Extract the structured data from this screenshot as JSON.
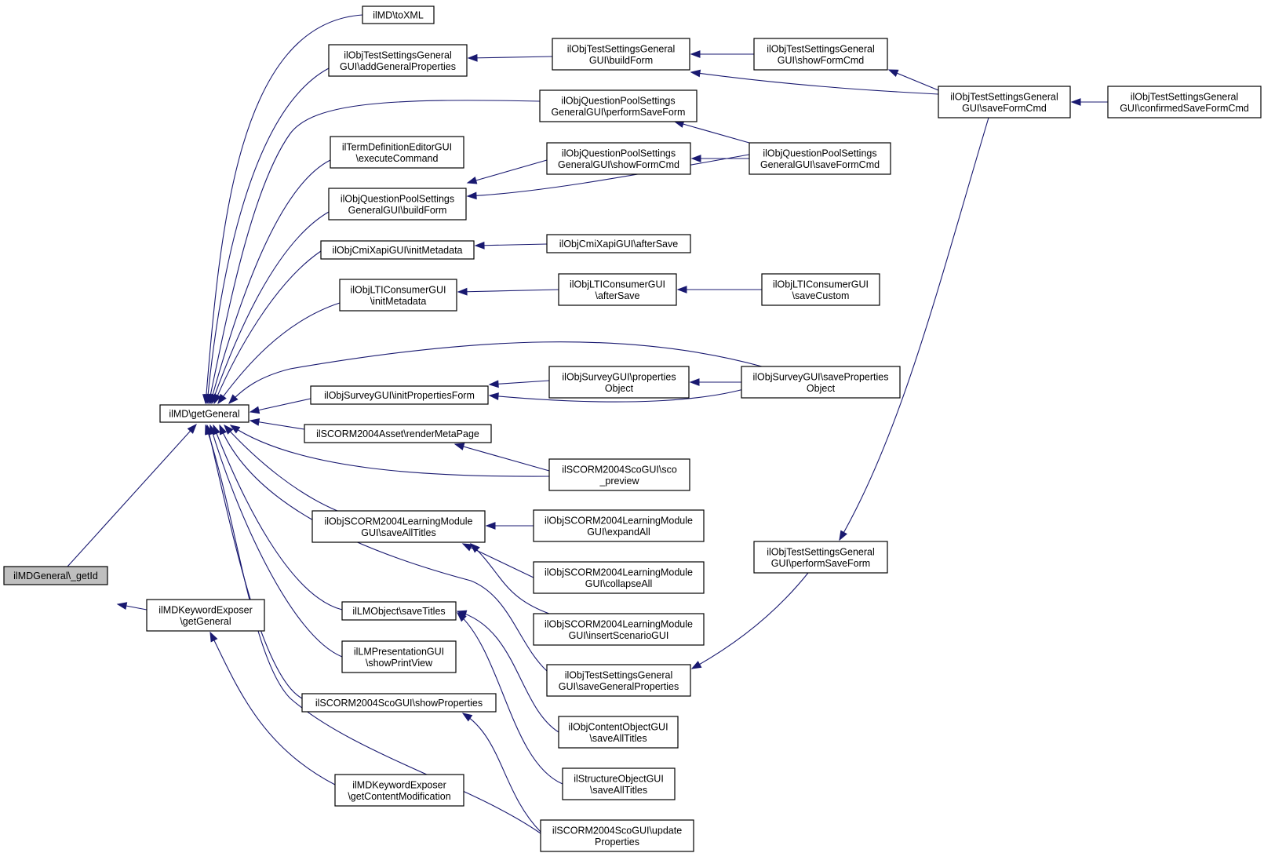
{
  "diagram": {
    "colors": {
      "edge": "#191970",
      "root_fill": "#bfbfbf",
      "node_fill": "#ffffff",
      "node_border": "#000000"
    },
    "nodes": [
      {
        "id": "getId",
        "lines": [
          "ilMDGeneral\\_getId"
        ]
      },
      {
        "id": "getGeneral",
        "lines": [
          "ilMD\\getGeneral"
        ]
      },
      {
        "id": "kwGetGeneral",
        "lines": [
          "ilMDKeywordExposer",
          "\\getGeneral"
        ]
      },
      {
        "id": "toXML",
        "lines": [
          "ilMD\\toXML"
        ]
      },
      {
        "id": "addGenProps",
        "lines": [
          "ilObjTestSettingsGeneral",
          "GUI\\addGeneralProperties"
        ]
      },
      {
        "id": "termExec",
        "lines": [
          "ilTermDefinitionEditorGUI",
          "\\executeCommand"
        ]
      },
      {
        "id": "qpBuildForm",
        "lines": [
          "ilObjQuestionPoolSettings",
          "GeneralGUI\\buildForm"
        ]
      },
      {
        "id": "cmiInitMeta",
        "lines": [
          "ilObjCmiXapiGUI\\initMetadata"
        ]
      },
      {
        "id": "ltiInitMeta",
        "lines": [
          "ilObjLTIConsumerGUI",
          "\\initMetadata"
        ]
      },
      {
        "id": "surveyInitProps",
        "lines": [
          "ilObjSurveyGUI\\initPropertiesForm"
        ]
      },
      {
        "id": "scormAssetRender",
        "lines": [
          "ilSCORM2004Asset\\renderMetaPage"
        ]
      },
      {
        "id": "lmSaveAllTitles",
        "lines": [
          "ilObjSCORM2004LearningModule",
          "GUI\\saveAllTitles"
        ]
      },
      {
        "id": "lmObjSaveTitles",
        "lines": [
          "ilLMObject\\saveTitles"
        ]
      },
      {
        "id": "lmPresPrint",
        "lines": [
          "ilLMPresentationGUI",
          "\\showPrintView"
        ]
      },
      {
        "id": "scoShowProps",
        "lines": [
          "ilSCORM2004ScoGUI\\showProperties"
        ]
      },
      {
        "id": "kwGetContentMod",
        "lines": [
          "ilMDKeywordExposer",
          "\\getContentModification"
        ]
      },
      {
        "id": "tsBuildForm",
        "lines": [
          "ilObjTestSettingsGeneral",
          "GUI\\buildForm"
        ]
      },
      {
        "id": "qpPerformSave",
        "lines": [
          "ilObjQuestionPoolSettings",
          "GeneralGUI\\performSaveForm"
        ]
      },
      {
        "id": "qpShowFormCmd",
        "lines": [
          "ilObjQuestionPoolSettings",
          "GeneralGUI\\showFormCmd"
        ]
      },
      {
        "id": "cmiAfterSave",
        "lines": [
          "ilObjCmiXapiGUI\\afterSave"
        ]
      },
      {
        "id": "ltiAfterSave",
        "lines": [
          "ilObjLTIConsumerGUI",
          "\\afterSave"
        ]
      },
      {
        "id": "surveyPropsObj",
        "lines": [
          "ilObjSurveyGUI\\properties",
          "Object"
        ]
      },
      {
        "id": "scoPreview",
        "lines": [
          "ilSCORM2004ScoGUI\\sco",
          "_preview"
        ]
      },
      {
        "id": "lmExpandAll",
        "lines": [
          "ilObjSCORM2004LearningModule",
          "GUI\\expandAll"
        ]
      },
      {
        "id": "lmCollapseAll",
        "lines": [
          "ilObjSCORM2004LearningModule",
          "GUI\\collapseAll"
        ]
      },
      {
        "id": "lmInsertScenario",
        "lines": [
          "ilObjSCORM2004LearningModule",
          "GUI\\insertScenarioGUI"
        ]
      },
      {
        "id": "tsSaveGenProps",
        "lines": [
          "ilObjTestSettingsGeneral",
          "GUI\\saveGeneralProperties"
        ]
      },
      {
        "id": "coSaveAllTitles",
        "lines": [
          "ilObjContentObjectGUI",
          "\\saveAllTitles"
        ]
      },
      {
        "id": "soSaveAllTitles",
        "lines": [
          "ilStructureObjectGUI",
          "\\saveAllTitles"
        ]
      },
      {
        "id": "scoUpdateProps",
        "lines": [
          "ilSCORM2004ScoGUI\\update",
          "Properties"
        ]
      },
      {
        "id": "tsShowFormCmd",
        "lines": [
          "ilObjTestSettingsGeneral",
          "GUI\\showFormCmd"
        ]
      },
      {
        "id": "qpSaveFormCmd",
        "lines": [
          "ilObjQuestionPoolSettings",
          "GeneralGUI\\saveFormCmd"
        ]
      },
      {
        "id": "ltiSaveCustom",
        "lines": [
          "ilObjLTIConsumerGUI",
          "\\saveCustom"
        ]
      },
      {
        "id": "surveySaveProps",
        "lines": [
          "ilObjSurveyGUI\\saveProperties",
          "Object"
        ]
      },
      {
        "id": "tsPerformSave",
        "lines": [
          "ilObjTestSettingsGeneral",
          "GUI\\performSaveForm"
        ]
      },
      {
        "id": "tsSaveFormCmd",
        "lines": [
          "ilObjTestSettingsGeneral",
          "GUI\\saveFormCmd"
        ]
      },
      {
        "id": "tsConfirmedSave",
        "lines": [
          "ilObjTestSettingsGeneral",
          "GUI\\confirmedSaveFormCmd"
        ]
      }
    ]
  }
}
